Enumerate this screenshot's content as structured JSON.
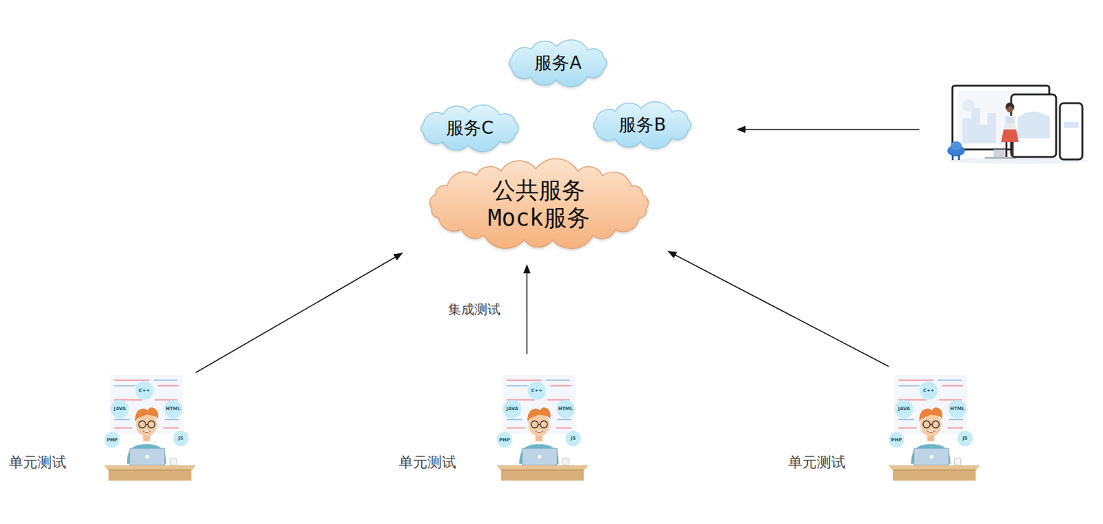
{
  "diagram": {
    "nodes": [
      {
        "text": [
          "服务A"
        ]
      },
      {
        "text": [
          "服务C"
        ]
      },
      {
        "text": [
          "服务B"
        ]
      },
      {
        "text": [
          "公共服务 Mock服务"
        ]
      },
      {
        "text": [
          "单元测试"
        ]
      },
      {
        "text": [
          "单元测试"
        ]
      },
      {
        "text": [
          "单元测试"
        ]
      }
    ],
    "edges": [
      {
        "from": 4,
        "to": 3,
        "arrow": "to"
      },
      {
        "from": 5,
        "to": 3,
        "label": "集成测试",
        "arrow": "to"
      },
      {
        "from": 6,
        "to": 3,
        "arrow": "to"
      }
    ],
    "labels": [
      "C++",
      "JAVA",
      "HTML",
      "PHP",
      "JS",
      "C++",
      "JAVA",
      "HTML",
      "PHP",
      "JS",
      "C++",
      "JAVA",
      "HTML",
      "PHP",
      "JS"
    ]
  }
}
